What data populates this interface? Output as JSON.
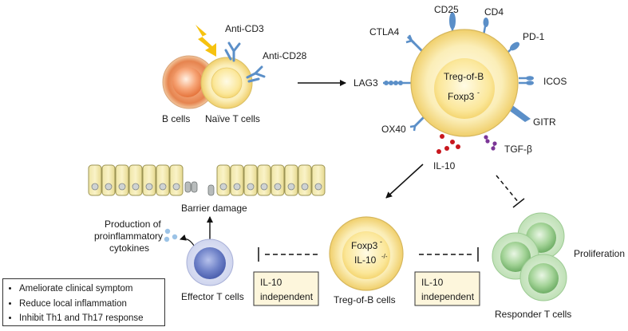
{
  "labels": {
    "b_cells": "B cells",
    "naive_t_cells": "Naïve T cells",
    "anti_cd3": "Anti-CD3",
    "anti_cd28": "Anti-CD28",
    "ctla4": "CTLA4",
    "cd25": "CD25",
    "cd4": "CD4",
    "pd1": "PD-1",
    "icos": "ICOS",
    "gitr": "GITR",
    "lag3": "LAG3",
    "ox40": "OX40",
    "il10": "IL-10",
    "tgfb": "TGF-β",
    "treg_top_line1": "Treg-of-B",
    "treg_top_line2": "Foxp3",
    "treg_top_sup": "-",
    "barrier_damage": "Barrier damage",
    "production_line1": "Production of",
    "production_line2": "proinflammatory",
    "production_line3": "cytokines",
    "effector_t_cells": "Effector T cells",
    "treg_center_line1": "Foxp3",
    "treg_center_sup1": "-",
    "treg_center_line2": "IL-10",
    "treg_center_sup2": "-/-",
    "treg_of_b_cells": "Treg-of-B cells",
    "proliferation": "Proliferation",
    "responder_t_cells": "Responder T cells"
  },
  "boxes": {
    "left_line1": "IL-10",
    "left_line2": "independent",
    "right_line1": "IL-10",
    "right_line2": "independent"
  },
  "legend": {
    "items": [
      "Ameliorate clinical symptom",
      "Reduce local inflammation",
      "Inhibit Th1 and Th17 response"
    ]
  },
  "colors": {
    "receptor_blue": "#5b8fc8",
    "treg_yellow": "#f7e39a",
    "b_cell_orange": "#ea8a55",
    "effector_blue": "#6f82c8",
    "responder_green": "#8fc48a",
    "il10_red": "#c8171e",
    "tgfb_purple": "#7b3596",
    "lightning": "#f6c20f"
  }
}
